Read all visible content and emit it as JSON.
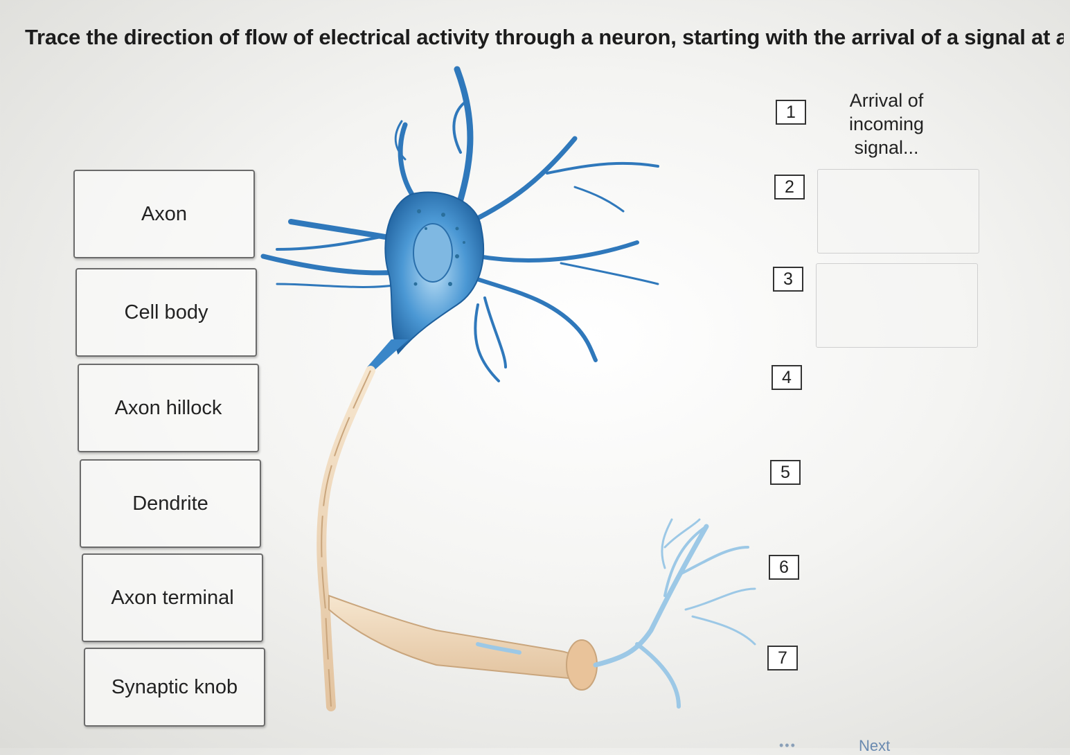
{
  "question": "Trace the direction of flow of electrical activity through a neuron, starting with the arrival of a signal at a d",
  "drag_items": [
    {
      "label": "Axon"
    },
    {
      "label": "Cell body"
    },
    {
      "label": "Axon hillock"
    },
    {
      "label": "Dendrite"
    },
    {
      "label": "Axon terminal"
    },
    {
      "label": "Synaptic knob"
    }
  ],
  "steps": [
    "1",
    "2",
    "3",
    "4",
    "5",
    "6",
    "7"
  ],
  "given_label": "Arrival of incoming signal...",
  "footer": {
    "dots": "•••",
    "next": "Next"
  },
  "colors": {
    "neuron": "#3a86c8",
    "axon_sheath": "#f1ddc0",
    "terminal": "#9cc8e6"
  }
}
